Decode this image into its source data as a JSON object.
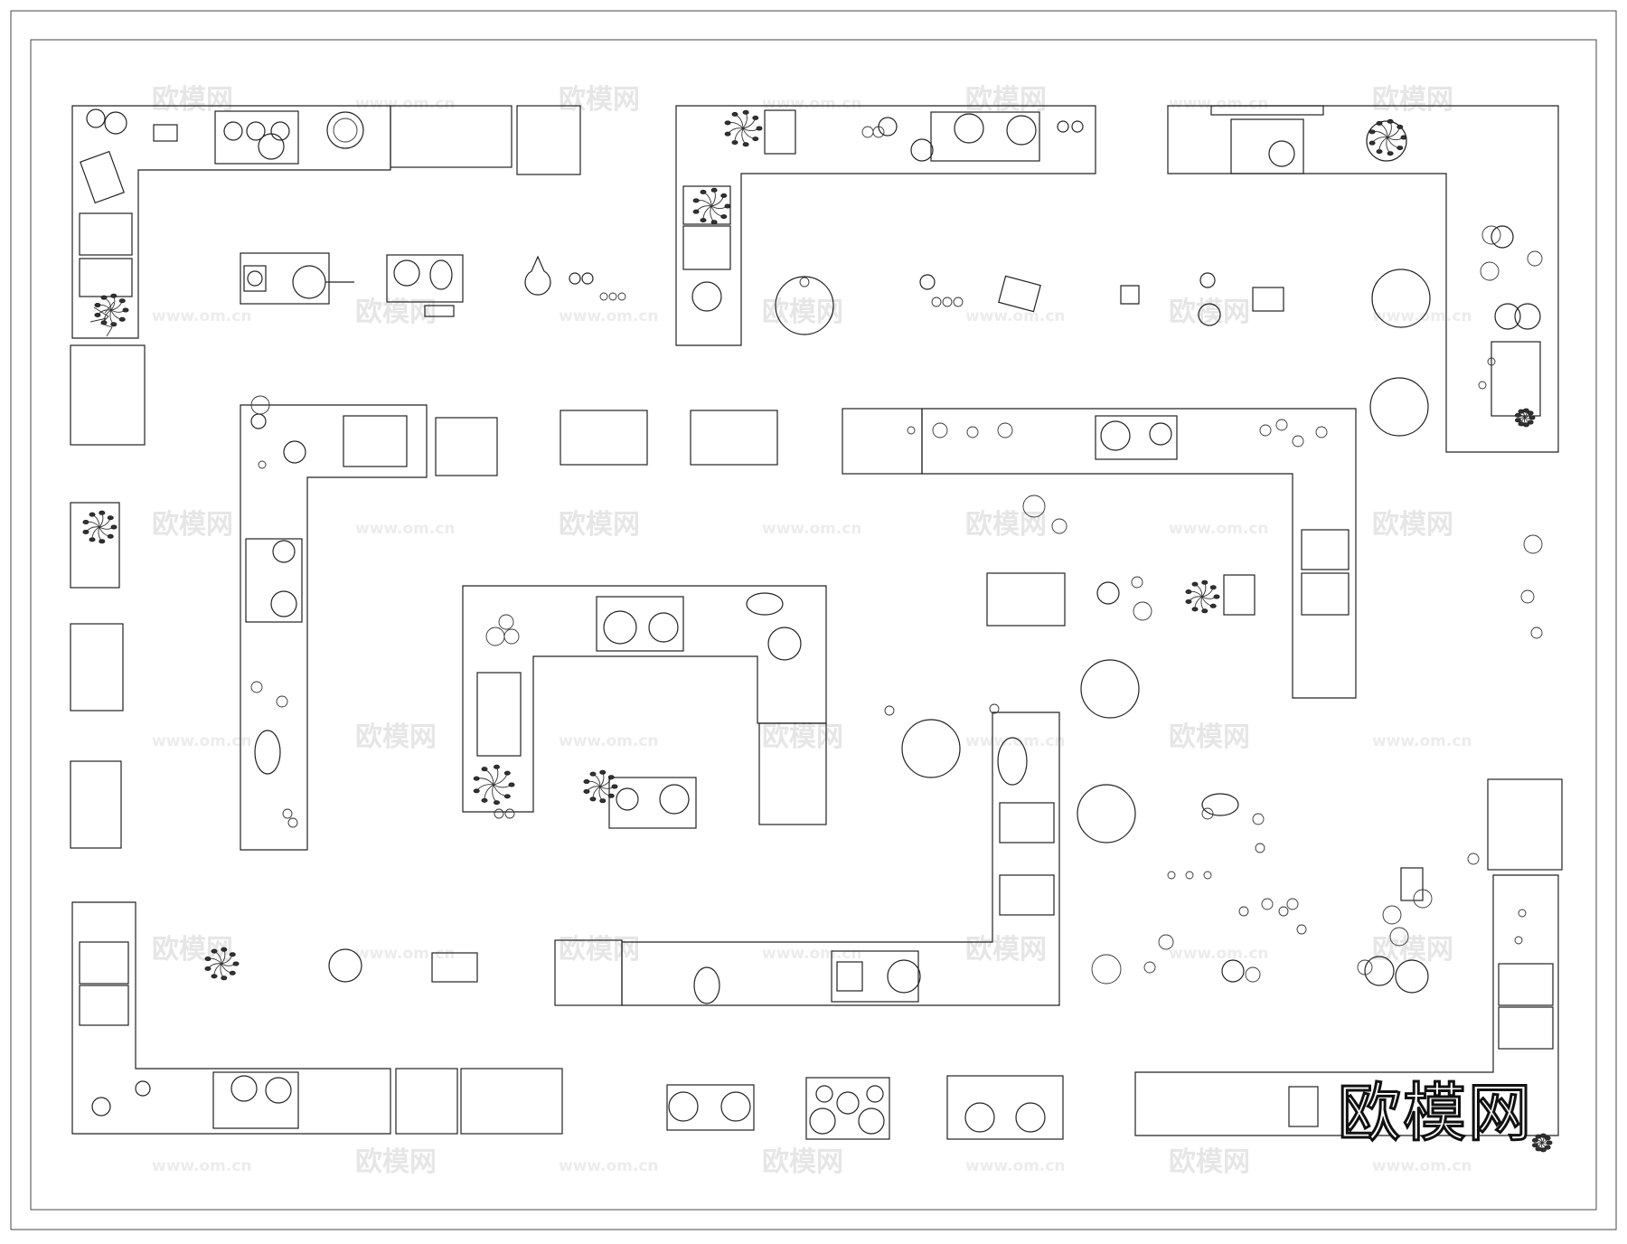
{
  "watermark": {
    "text": "欧模网",
    "url": "www.om.cn"
  },
  "brand_mark": "欧模网",
  "colors": {
    "background": "#ffffff",
    "line": "#222222",
    "watermark": "#e6e6e6"
  }
}
